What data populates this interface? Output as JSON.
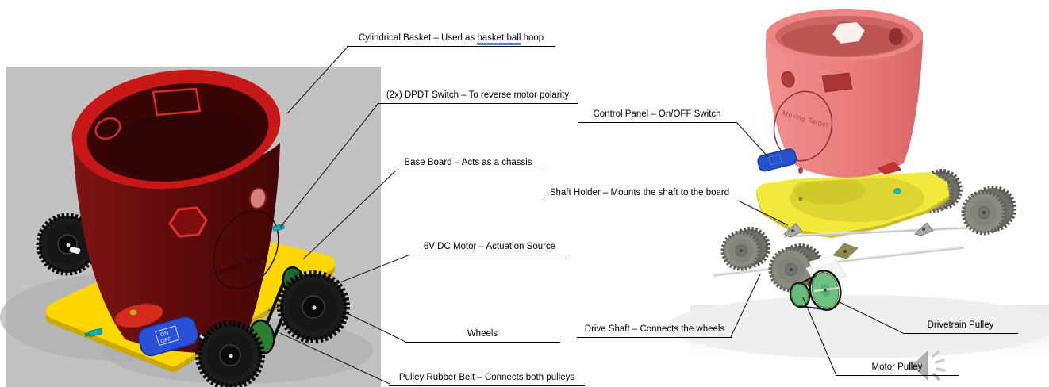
{
  "figure": {
    "description_left": "assembled moving-target basket robot render",
    "description_right": "exploded view of drivetrain render"
  },
  "labels": {
    "cylindrical_basket": {
      "prefix": "Cylindrical Basket – Used as ",
      "highlight": "basket ball",
      "suffix": " hoop"
    },
    "dpdt_switch": "(2x) DPDT Switch – To reverse motor polarity",
    "base_board": "Base Board – Acts as a chassis",
    "control_panel": "Control Panel – On/OFF Switch",
    "shaft_holder": "Shaft Holder – Mounts the shaft to the board",
    "dc_motor": "6V DC Motor – Actuation Source",
    "wheels": "Wheels",
    "pulley_belt": "Pulley Rubber Belt – Connects both pulleys",
    "drive_shaft": "Drive Shaft – Connects the wheels",
    "drivetrain_pulley": "Drivetrain Pulley",
    "motor_pulley": "Motor Pulley"
  },
  "renders": {
    "left": {
      "engraving": "Moving Target",
      "switch_on": "ON",
      "switch_off": "OFF"
    },
    "right": {
      "engraving": "Moving Target"
    }
  },
  "icons": {
    "audio": "speaker-with-sound-waves"
  },
  "colors": {
    "left_background": "#C2C2C2",
    "basket_dark_red": "#6E0D0D",
    "basket_rim_red": "#C81717",
    "basket_salmon": "#EE8585",
    "board_yellow": "#FFD700",
    "board_yellow_right": "#F1EA3C",
    "wheel_black": "#1C1C1C",
    "wheel_gray": "#8B8B82",
    "switch_blue": "#2B50D8",
    "pulley_green_dark": "#2E7D32",
    "pulley_green_light": "#6FC17F",
    "accent_teal": "#00AEAE",
    "shaft_gray": "#CFCFCF",
    "label_text": "#000000",
    "grammar_underline_blue": "#5585D6"
  }
}
